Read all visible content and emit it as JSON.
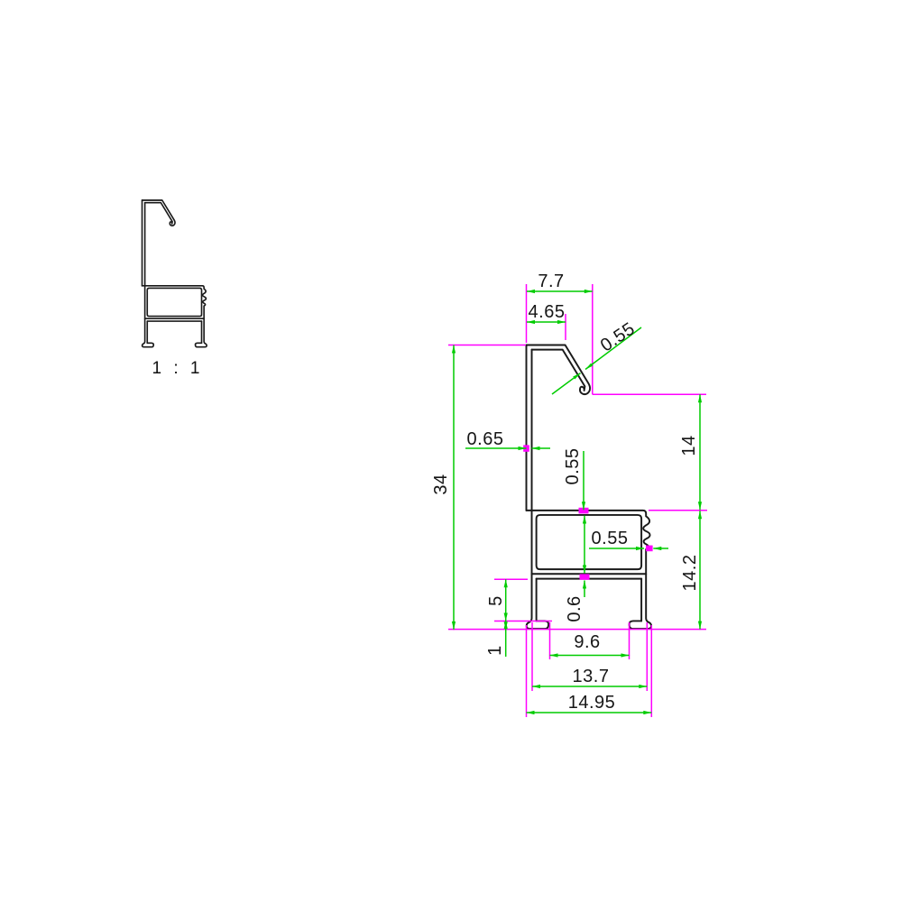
{
  "drawing": {
    "type": "aluminium-profile-cross-section",
    "views": {
      "scale_view": {
        "label": "1 : 1"
      },
      "main_view": {
        "description": "enlarged dimensioned cross-section"
      }
    },
    "colors": {
      "background": "#ffffff",
      "outline": "#1a1a1a",
      "dimension_line": "#00cc00",
      "extension_line": "#ff00ff",
      "label_text": "#161616"
    },
    "dimensions": {
      "top_hook_width": "7.7",
      "top_flat_width": "4.65",
      "hook_wall_thickness": "0.55",
      "total_height": "34",
      "side_wall_thickness": "0.65",
      "box_top_wall_thickness": "0.55",
      "upper_section_height": "14",
      "box_right_wall_thickness": "0.55",
      "lower_section_height": "14.2",
      "channel_depth": "5",
      "divider_wall_thickness": "0.6",
      "foot_lip_height": "1",
      "lip_gap_width": "9.6",
      "box_width": "13.7",
      "total_width": "14.95"
    }
  }
}
